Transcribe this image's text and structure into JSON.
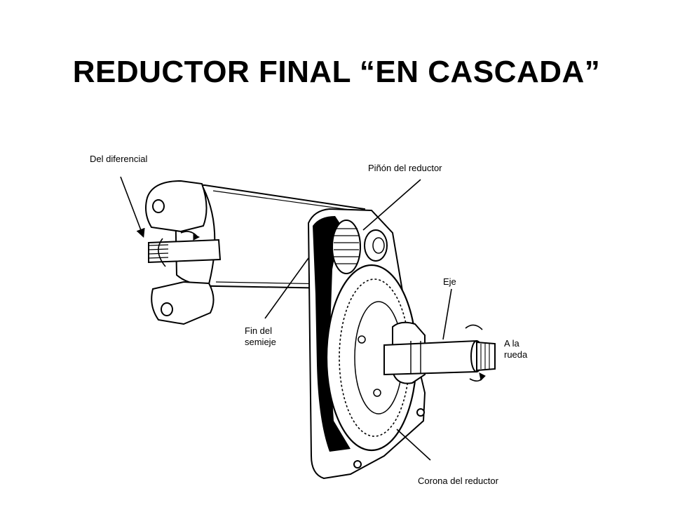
{
  "title": "REDUCTOR FINAL “EN CASCADA”",
  "labels": {
    "del_diferencial": "Del diferencial",
    "pinon_reductor": "Piñón del reductor",
    "eje": "Eje",
    "fin_semieje": "Fin del\nsemieje",
    "a_la_rueda": "A la\nrueda",
    "corona_reductor": "Corona del reductor"
  },
  "colors": {
    "ink": "#000000",
    "paper": "#ffffff"
  }
}
